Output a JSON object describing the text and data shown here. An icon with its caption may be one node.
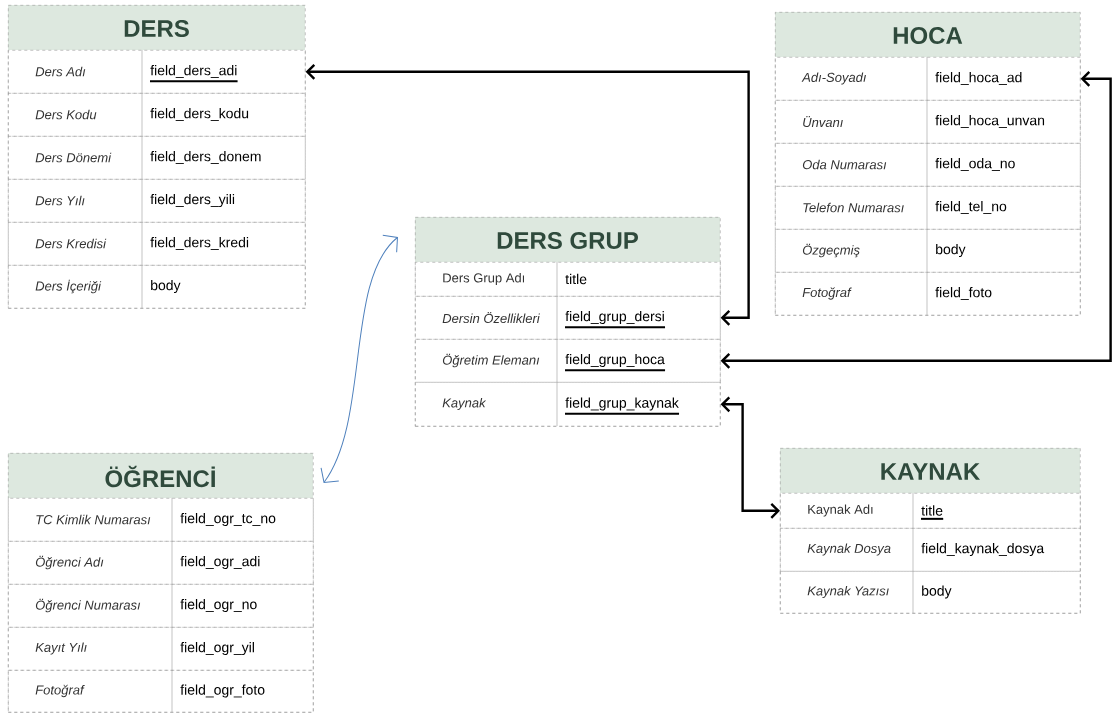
{
  "diagram": {
    "nodes": [
      {
        "text": [
          "DERS"
        ]
      },
      {
        "text": [
          "Ders Adı",
          "field_ders_adi"
        ],
        "in": 0
      },
      {
        "text": [
          "Ders Kodu",
          "field_ders_kodu"
        ],
        "in": 0
      },
      {
        "text": [
          "Ders Dönemi",
          "field_ders_donem"
        ],
        "in": 0
      },
      {
        "text": [
          "Ders Yılı",
          "field_ders_yili"
        ],
        "in": 0
      },
      {
        "text": [
          "Ders Kredisi",
          "field_ders_kredi"
        ],
        "in": 0
      },
      {
        "text": [
          "Ders İçeriği",
          "body"
        ],
        "in": 0
      },
      {
        "text": [
          "HOCA"
        ]
      },
      {
        "text": [
          "Adı-Soyadı",
          "field_hoca_ad"
        ],
        "in": 7
      },
      {
        "text": [
          "Ünvanı",
          "field_hoca_unvan"
        ],
        "in": 7
      },
      {
        "text": [
          "Oda Numarası",
          "field_oda_no"
        ],
        "in": 7
      },
      {
        "text": [
          "Telefon Numarası",
          "field_tel_no"
        ],
        "in": 7
      },
      {
        "text": [
          "Özgeçmiş",
          "body"
        ],
        "in": 7
      },
      {
        "text": [
          "Fotoğraf",
          "field_foto"
        ],
        "in": 7
      },
      {
        "text": [
          "DERS GRUP"
        ]
      },
      {
        "text": [
          "Ders Grup Adı",
          "title"
        ],
        "in": 14
      },
      {
        "text": [
          "Dersin Özellikleri",
          "field_grup_dersi"
        ],
        "in": 14
      },
      {
        "text": [
          "Öğretim Elemanı",
          "field_grup_hoca"
        ],
        "in": 14
      },
      {
        "text": [
          "Kaynak",
          "field_grup_kaynak"
        ],
        "in": 14
      },
      {
        "text": [
          "ÖĞRENCİ"
        ]
      },
      {
        "text": [
          "TC Kimlik Numarası",
          "field_ogr_tc_no"
        ],
        "in": 19
      },
      {
        "text": [
          "Öğrenci Adı",
          "field_ogr_adi"
        ],
        "in": 19
      },
      {
        "text": [
          "Öğrenci Numarası",
          "field_ogr_no"
        ],
        "in": 19
      },
      {
        "text": [
          "Kayıt Yılı",
          "field_ogr_yil"
        ],
        "in": 19
      },
      {
        "text": [
          "Fotoğraf",
          "field_ogr_foto"
        ],
        "in": 19
      },
      {
        "text": [
          "KAYNAK"
        ]
      },
      {
        "text": [
          "Kaynak Adı",
          "title"
        ],
        "in": 25
      },
      {
        "text": [
          "Kaynak Dosya",
          "field_kaynak_dosya"
        ],
        "in": 25
      },
      {
        "text": [
          "Kaynak Yazısı",
          "body"
        ],
        "in": 25
      }
    ],
    "edges": [
      {
        "from": 16,
        "to": 1,
        "arrow": "both"
      },
      {
        "from": 17,
        "to": 8,
        "arrow": "both"
      },
      {
        "from": 18,
        "to": 26,
        "arrow": "both"
      },
      {
        "from": 19,
        "to": 14,
        "arrow": "both",
        "color": "#4f81bd"
      }
    ]
  }
}
